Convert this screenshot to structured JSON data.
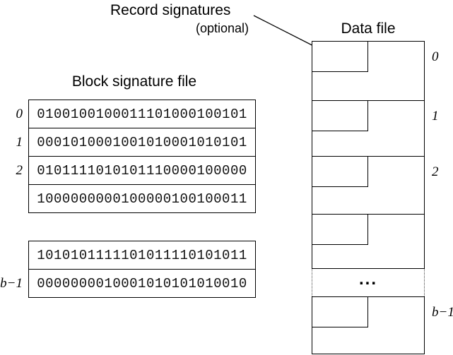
{
  "annotations": {
    "record_signatures": "Record signatures",
    "optional": "(optional)"
  },
  "block_signature_file": {
    "title": "Block signature file",
    "groups": [
      {
        "rows": [
          {
            "label": "0",
            "bits": "0100100100011101000100101"
          },
          {
            "label": "1",
            "bits": "0001010001001010001010101"
          },
          {
            "label": "2",
            "bits": "0101111010101110000100000"
          },
          {
            "label": "",
            "bits": "1000000000100000100100011"
          }
        ]
      },
      {
        "rows": [
          {
            "label": "",
            "bits": "1010101111101011110101011"
          },
          {
            "label": "b−1",
            "bits": "0000000010001010101010010"
          }
        ]
      }
    ]
  },
  "data_file": {
    "title": "Data file",
    "blocks": [
      {
        "label": "0"
      },
      {
        "label": "1"
      },
      {
        "label": "2"
      },
      {
        "label": ""
      }
    ],
    "ellipsis": "...",
    "last_block_label": "b−1"
  }
}
